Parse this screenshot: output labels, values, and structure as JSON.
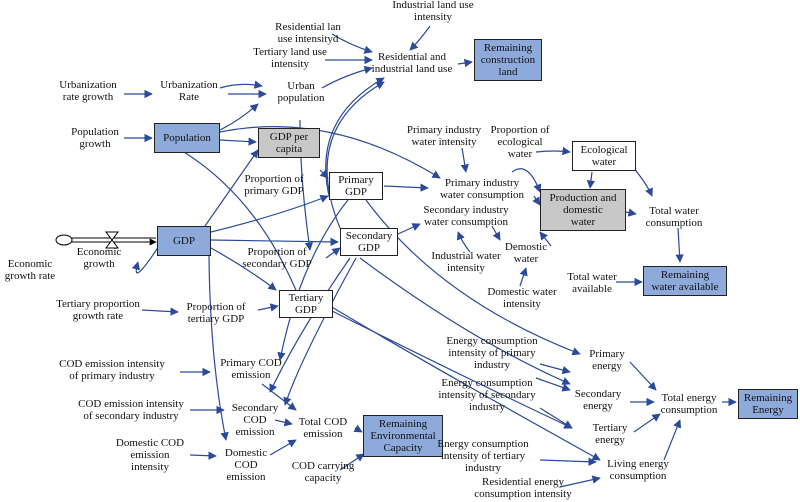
{
  "colors": {
    "arrow": "#2b4a9a",
    "flow": "#000000",
    "box_blue": "#8eaadb",
    "box_grey": "#c8c8c8"
  },
  "stocks": {
    "population": "Population",
    "gdp_per_capita": "GDP per\ncapita",
    "gdp": "GDP",
    "primary_gdp": "Primary\nGDP",
    "secondary_gdp": "Secondary\nGDP",
    "tertiary_gdp": "Tertiary\nGDP",
    "remaining_construction_land": "Remaining\nconstruction\nland",
    "ecological_water": "Ecological\nwater",
    "production_domestic_water": "Production and\ndomestic\nwater",
    "remaining_water_available": "Remaining\nwater available",
    "remaining_environmental_capacity": "Remaining\nEnvironmental\nCapacity",
    "remaining_energy": "Remaining\nEnergy"
  },
  "variables": {
    "industrial_land_use_intensity": "Industrial land use\nintensity",
    "residential_land_use_intensity": "Residential lan\nuse intensityd",
    "tertiary_land_use_intensity": "Tertiary land use\nintensity",
    "residential_industrial_land_use": "Residential and\nindustrial land use",
    "urbanization_rate_growth": "Urbanization\nrate growth",
    "urbanization_rate": "Urbanization\nRate",
    "urban_population": "Urban\npopulation",
    "population_growth": "Population\ngrowth",
    "primary_industry_water_intensity": "Primary industry\nwater intensity",
    "proportion_ecological_water": "Proportion of\necological\nwater",
    "proportion_primary_gdp": "Proportion of\nprimary GDP",
    "primary_industry_water_consumption": "Primary industry\nwater consumption",
    "secondary_industry_water_consumption": "Secondary industry\nwater consumption",
    "total_water_consumption": "Total water\nconsumption",
    "demostic_water": "Demostic\nwater",
    "industrial_water_intensity": "Industrial water\nintensity",
    "economic_growth": "Economic\ngrowth",
    "economic_growth_rate": "Economic\ngrowth rate",
    "proportion_secondary_gdp": "Proportion of\nsecondary GDP",
    "total_water_available": "Total water\navailable",
    "domestic_water_intensity": "Domestic water\nintensity",
    "tertiary_proportion_growth_rate": "Tertiary proportion\ngrowth rate",
    "proportion_tertiary_gdp": "Proportion of\ntertiary GDP",
    "energy_intensity_primary": "Energy consumption\nintensity of primary\nindustry",
    "primary_energy": "Primary\nenergy",
    "cod_intensity_primary": "COD emission intensity\nof primary industry",
    "primary_cod_emission": "Primary COD\nemission",
    "energy_intensity_secondary": "Energy consumption\nintensity of secondary\nindustry",
    "secondary_energy": "Secondary\nenergy",
    "total_energy_consumption": "Total energy\nconsumption",
    "cod_intensity_secondary": "COD emission intensity\nof secondary industry",
    "secondary_cod_emission": "Secondary\nCOD\nemission",
    "total_cod_emission": "Total COD\nemission",
    "tertiary_energy": "Tertiary\nenergy",
    "domestic_cod_intensity": "Domestic COD\nemission\nintensity",
    "domestic_cod_emission": "Domestic\nCOD\nemission",
    "energy_intensity_tertiary": "Energy consumption\nintensity of tertiary\nindustry",
    "cod_carrying_capacity": "COD carrying\ncapacity",
    "living_energy_consumption": "Living energy\nconsumption",
    "residential_energy_intensity": "Residential energy\nconsumption intensity"
  }
}
